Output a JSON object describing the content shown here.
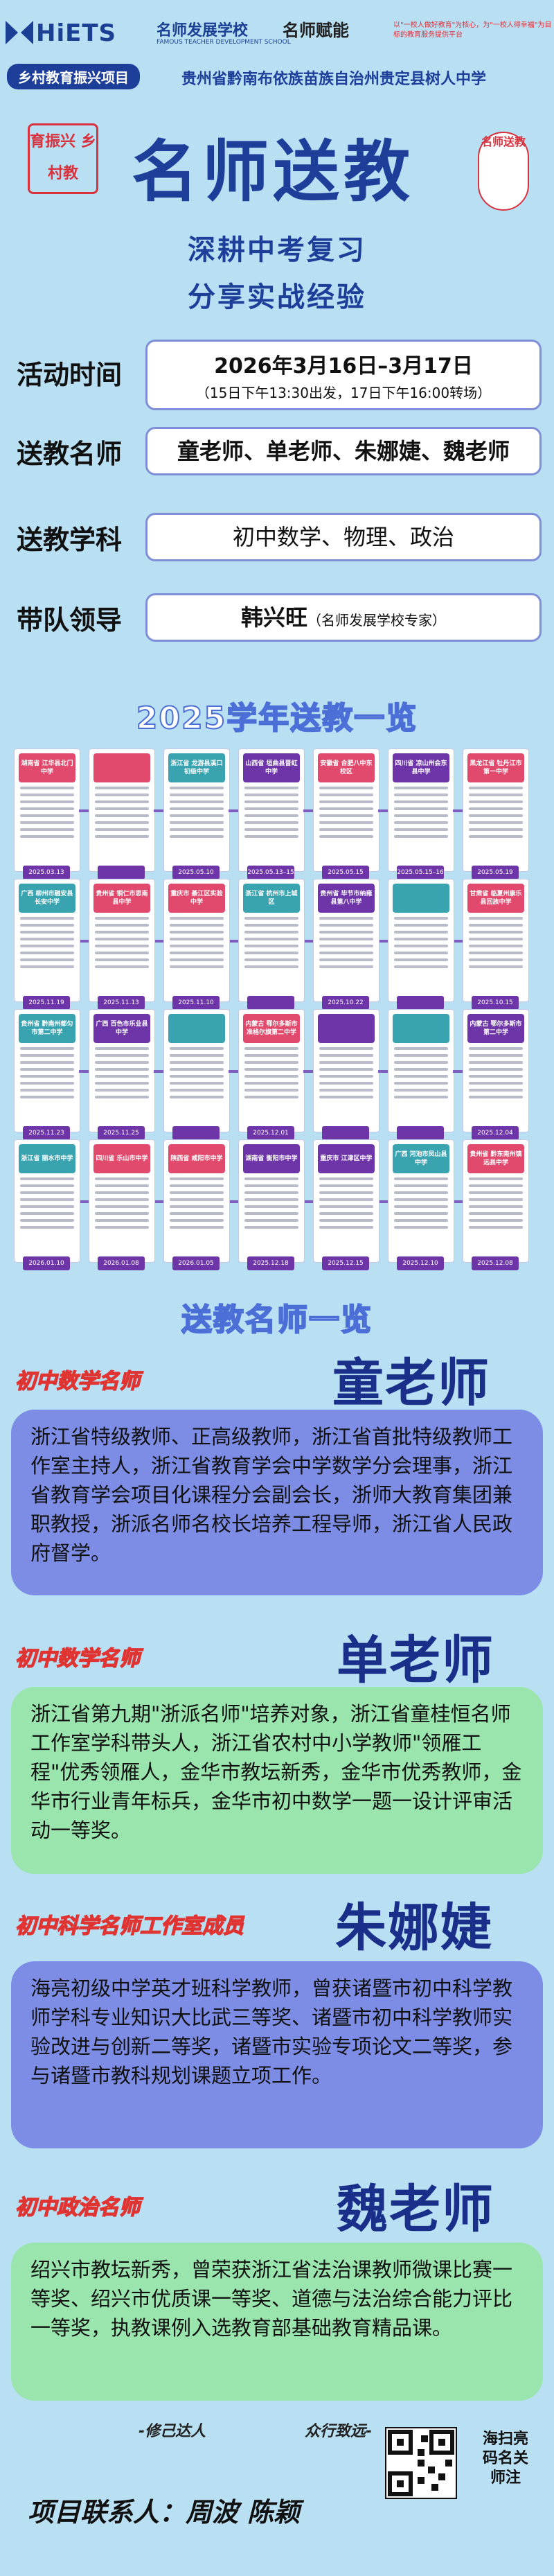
{
  "header": {
    "brand": "HiETS",
    "school": "名师发展学校",
    "school_en": "FAMOUS TEACHER DEVELOPMENT SCHOOL",
    "brand2": "名师赋能",
    "slogan": "以\"一校人做好教育\"为核心，为\"一校人得幸福\"为目标的教育服务提供平台",
    "project_tag": "乡村教育振兴项目",
    "host_school": "贵州省黔南布依族苗族自治州贵定县树人中学",
    "seal_left": "育振兴 乡村教",
    "main_title": "名师送教",
    "seal_right": "名师送教",
    "subtitle_1": "深耕中考复习",
    "subtitle_2": "分享实战经验"
  },
  "info": {
    "time_label": "活动时间",
    "time_value": "2026年3月16日–3月17日",
    "time_note": "（15日下午13:30出发，17日下午16:00转场）",
    "teachers_label": "送教名师",
    "teachers_value": "童老师、单老师、朱娜婕、魏老师",
    "subjects_label": "送教学科",
    "subjects_value": "初中数学、物理、政治",
    "leader_label": "带队领导",
    "leader_value": "韩兴旺",
    "leader_note": "（名师发展学校专家）"
  },
  "timeline_title": "2025学年送教一览",
  "timeline": [
    {
      "name": "湖南省 江华县北门中学",
      "date": "2025.03.13",
      "color": "#e14a6d"
    },
    {
      "name": "",
      "date": "",
      "color": "#e14a6d"
    },
    {
      "name": "浙江省 龙游县溪口初级中学",
      "date": "2025.05.10",
      "color": "#3aa3b0"
    },
    {
      "name": "山西省 垣曲县晋虹中学",
      "date": "2025.05.13–15",
      "color": "#6e35a8"
    },
    {
      "name": "安徽省 合肥八中东校区",
      "date": "2025.05.15",
      "color": "#e14a6d"
    },
    {
      "name": "四川省 凉山州会东县中学",
      "date": "2025.05.15–16",
      "color": "#6e35a8"
    },
    {
      "name": "黑龙江省 牡丹江市第一中学",
      "date": "2025.05.19",
      "color": "#e14a6d"
    },
    {
      "name": "甘肃省 临夏州康乐县回族中学",
      "date": "2025.10.15",
      "color": "#e14a6d"
    },
    {
      "name": "",
      "date": "",
      "color": "#3aa3b0"
    },
    {
      "name": "贵州省 毕节市纳雍县第八中学",
      "date": "2025.10.22",
      "color": "#6e35a8"
    },
    {
      "name": "浙江省 杭州市上城区",
      "date": "",
      "color": "#3aa3b0"
    },
    {
      "name": "重庆市 綦江区实验中学",
      "date": "2025.11.10",
      "color": "#e14a6d"
    },
    {
      "name": "贵州省 铜仁市思南县中学",
      "date": "2025.11.13",
      "color": "#e14a6d"
    },
    {
      "name": "广西 柳州市融安县长安中学",
      "date": "2025.11.19",
      "color": "#3aa3b0"
    },
    {
      "name": "贵州省 黔南州都匀市第二中学",
      "date": "2025.11.23",
      "color": "#3aa3b0"
    },
    {
      "name": "广西 百色市乐业县中学",
      "date": "2025.11.25",
      "color": "#6e35a8"
    },
    {
      "name": "",
      "date": "",
      "color": "#3aa3b0"
    },
    {
      "name": "内蒙古 鄂尔多斯市准格尔旗第二中学",
      "date": "2025.12.01",
      "color": "#e14a6d"
    },
    {
      "name": "",
      "date": "",
      "color": "#6e35a8"
    },
    {
      "name": "",
      "date": "",
      "color": "#3aa3b0"
    },
    {
      "name": "内蒙古 鄂尔多斯市第二中学",
      "date": "2025.12.04",
      "color": "#6e35a8"
    },
    {
      "name": "贵州省 黔东南州镇远县中学",
      "date": "2025.12.08",
      "color": "#e14a6d"
    },
    {
      "name": "广西 河池市凤山县中学",
      "date": "2025.12.10",
      "color": "#3aa3b0"
    },
    {
      "name": "重庆市 江津区中学",
      "date": "2025.12.15",
      "color": "#6e35a8"
    },
    {
      "name": "湖南省 衡阳市中学",
      "date": "2025.12.18",
      "color": "#6e35a8"
    },
    {
      "name": "陕西省 咸阳市中学",
      "date": "2026.01.05",
      "color": "#e14a6d"
    },
    {
      "name": "四川省 乐山市中学",
      "date": "2026.01.08",
      "color": "#e14a6d"
    },
    {
      "name": "浙江省 丽水市中学",
      "date": "2026.01.10",
      "color": "#3aa3b0"
    }
  ],
  "teachers_title": "送教名师一览",
  "teachers": [
    {
      "category": "初中数学名师",
      "name": "童老师",
      "bio": "浙江省特级教师、正高级教师，浙江省首批特级教师工作室主持人，浙江省教育学会中学数学分会理事，浙江省教育学会项目化课程分会副会长，浙师大教育集团兼职教授，浙派名师名校长培养工程导师，浙江省人民政府督学。"
    },
    {
      "category": "初中数学名师",
      "name": "单老师",
      "bio": "浙江省第九期\"浙派名师\"培养对象，浙江省童桂恒名师工作室学科带头人，浙江省农村中小学教师\"领雁工程\"优秀领雁人，金华市教坛新秀，金华市优秀教师，金华市行业青年标兵，金华市初中数学一题一设计评审活动一等奖。"
    },
    {
      "category": "初中科学名师工作室成员",
      "name": "朱娜婕",
      "bio": "海亮初级中学英才班科学教师，曾获诸暨市初中科学教师学科专业知识大比武三等奖、诸暨市初中科学教师实验改进与创新二等奖，诸暨市实验专项论文二等奖，参与诸暨市教科规划课题立项工作。"
    },
    {
      "category": "初中政治名师",
      "name": "魏老师",
      "bio": "绍兴市教坛新秀，曾荣获浙江省法治课教师微课比赛一等奖、绍兴市优质课一等奖、道德与法治综合能力评比一等奖，执教课例入选教育部基础教育精品课。"
    }
  ],
  "footer": {
    "motto_1": "-修己达人",
    "motto_2": "众行致远-",
    "contact": "项目联系人：周波  陈颖",
    "qr_side": "海扫亮码名关师注"
  },
  "colors": {
    "background": "#b9dff3",
    "navy": "#1d3f9a",
    "red": "#d8323e",
    "purple_box": "#7d8de6",
    "green_box": "#9ae5ad"
  }
}
